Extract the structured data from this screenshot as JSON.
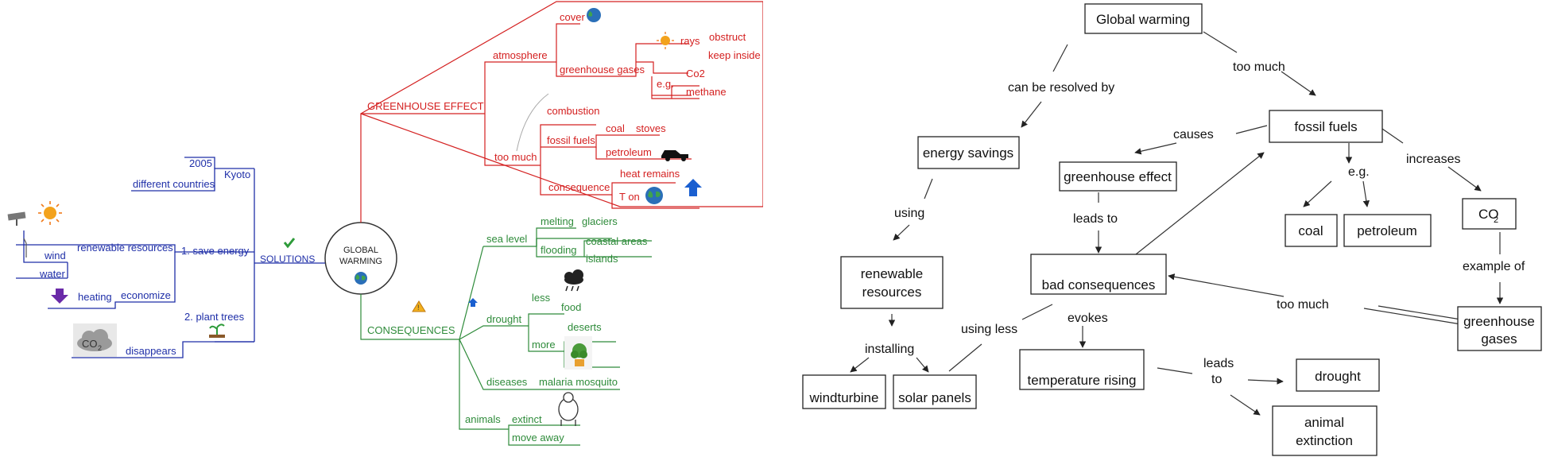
{
  "mind_map": {
    "center": {
      "line1": "GLOBAL",
      "line2": "WARMING"
    },
    "colors": {
      "solutions": "#1f2fa8",
      "greenhouse": "#d42020",
      "consequences": "#2e8b3a",
      "center": "#222222"
    },
    "solutions": {
      "label": "SOLUTIONS",
      "kyoto": "Kyoto",
      "year": "2005",
      "countries": "different countries",
      "save_energy": "1. save energy",
      "renewable": "renewable resources",
      "wind": "wind",
      "water": "water",
      "economize": "economize",
      "heating": "heating",
      "plant_trees": "2. plant trees",
      "disappears": "disappears",
      "co2_badge_main": "CO",
      "co2_badge_sub": "2"
    },
    "greenhouse": {
      "label": "GREENHOUSE EFFECT",
      "atmosphere": "atmosphere",
      "cover": "cover",
      "gases": "greenhouse gases",
      "rays": "rays",
      "obstruct": "obstruct",
      "keep_inside": "keep inside",
      "eg": "e.g.",
      "co2": "Co2",
      "methane": "methane",
      "too_much": "too much",
      "combustion": "combustion",
      "fossil_fuels": "fossil fuels",
      "coal": "coal",
      "stoves": "stoves",
      "petroleum": "petroleum",
      "consequence": "consequence",
      "heat_remains": "heat remains",
      "t_on": "T on"
    },
    "consequences": {
      "label": "CONSEQUENCES",
      "sea_level": "sea level",
      "melting": "melting",
      "glaciers": "glaciers",
      "flooding": "flooding",
      "coastal": "coastal areas",
      "islands": "islands",
      "drought": "drought",
      "less": "less",
      "food": "food",
      "more": "more",
      "deserts": "deserts",
      "diseases": "diseases",
      "malaria": "malaria mosquito",
      "animals": "animals",
      "extinct": "extinct",
      "move_away": "move away"
    }
  },
  "concept_map": {
    "nodes": {
      "global_warming": "Global warming",
      "energy_savings": "energy savings",
      "fossil_fuels": "fossil fuels",
      "greenhouse_effect": "greenhouse effect",
      "coal": "coal",
      "petroleum": "petroleum",
      "co2_main": "CO",
      "co2_sub": "2",
      "renewable_1": "renewable",
      "renewable_2": "resources",
      "bad_consequences": "bad consequences",
      "greenhouse_gases_1": "greenhouse",
      "greenhouse_gases_2": "gases",
      "windturbine": "windturbine",
      "solar_panels": "solar panels",
      "temperature_rising": "temperature rising",
      "drought": "drought",
      "animal_extinction_1": "animal",
      "animal_extinction_2": "extinction"
    },
    "links": {
      "can_be_resolved_by": "can be resolved by",
      "too_much_top": "too much",
      "causes": "causes",
      "eg": "e.g.",
      "increases": "increases",
      "using": "using",
      "leads_to": "leads to",
      "example_of": "example of",
      "too_much_right": "too much",
      "installing": "installing",
      "using_less": "using less",
      "evokes": "evokes",
      "leads_to_1": "leads",
      "leads_to_2": "to"
    }
  }
}
